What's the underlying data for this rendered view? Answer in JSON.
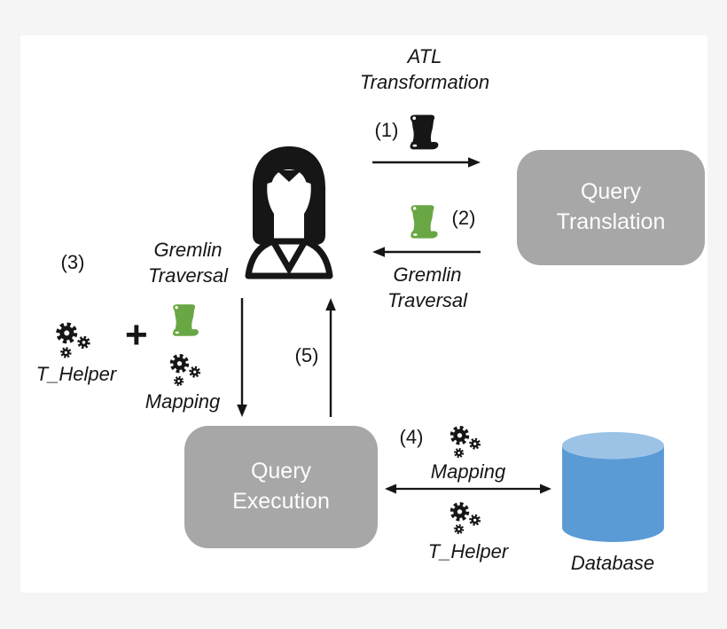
{
  "colors": {
    "background": "#f5f5f6",
    "panel": "#ffffff",
    "node_fill": "#a7a7a7",
    "node_text": "#fdfdfd",
    "scroll_green": "#69a744",
    "icon_black": "#161616",
    "database_body": "#5b9bd5",
    "database_top": "#9cc3e6"
  },
  "icons": {
    "user": "user-icon",
    "scroll": "scroll-icon",
    "gears": "gears-icon",
    "database": "database-cylinder-icon",
    "plus": "plus-sign"
  },
  "top_flow": {
    "atl_label": "ATL Transformation",
    "step1": "(1)"
  },
  "return_flow": {
    "step2": "(2)",
    "label": "Gremlin Traversal"
  },
  "user": {
    "label": "Gremlin Traversal"
  },
  "left_group": {
    "step3": "(3)",
    "t_helper": "T_Helper",
    "plus": "+",
    "mapping": "Mapping"
  },
  "middle_flow": {
    "step5": "(5)"
  },
  "nodes": {
    "query_translation": "Query Translation",
    "query_execution": "Query Execution"
  },
  "db_flow": {
    "step4": "(4)",
    "mapping": "Mapping",
    "t_helper": "T_Helper"
  },
  "database": {
    "label": "Database"
  }
}
